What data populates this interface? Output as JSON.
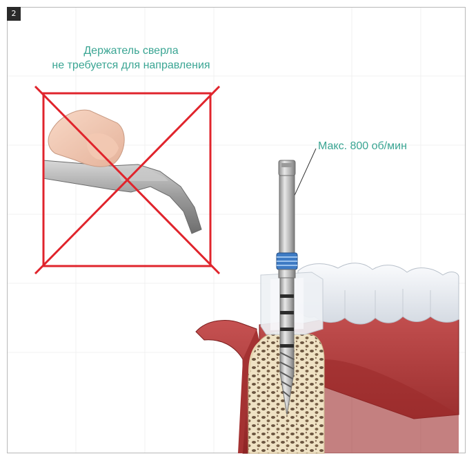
{
  "badge": {
    "number": "2"
  },
  "caption": {
    "line1": "Держатель сверла",
    "line2": "не требуется для направления"
  },
  "speed_label": "Макс. 800 об/мин",
  "colors": {
    "accent": "#3aa593",
    "cross": "#e0242c",
    "gum": "#b03a3a",
    "bone": "#efe2c4"
  }
}
